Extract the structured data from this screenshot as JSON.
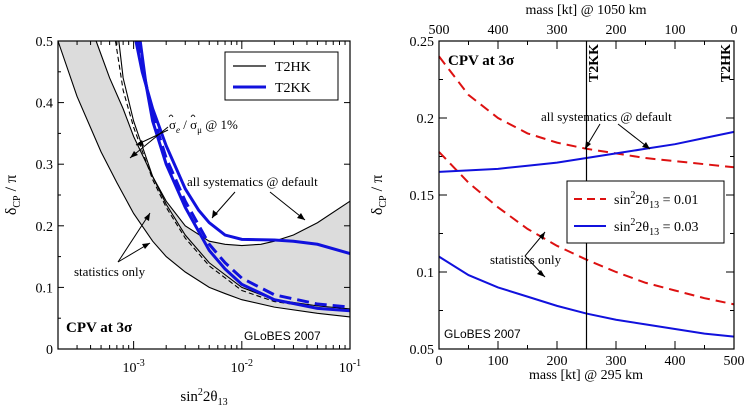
{
  "chart_data": [
    {
      "type": "line",
      "panel": "left",
      "xscale": "log",
      "xlim": [
        0.0002,
        0.1
      ],
      "ylim": [
        0,
        0.5
      ],
      "xticks": [
        {
          "value": 0.001,
          "base": "10",
          "exp": "-3"
        },
        {
          "value": 0.01,
          "base": "10",
          "exp": "-2"
        },
        {
          "value": 0.1,
          "base": "10",
          "exp": "-1"
        }
      ],
      "yticks": [
        "0",
        "0.1",
        "0.2",
        "0.3",
        "0.4",
        "0.5"
      ],
      "ytick_values": [
        0,
        0.1,
        0.2,
        0.3,
        0.4,
        0.5
      ],
      "xlabel": {
        "pre": "sin",
        "sup": "2",
        "mid": "2θ",
        "sub": "13"
      },
      "ylabel": {
        "main": "δ",
        "sub": "CP",
        "post": " / π"
      },
      "legend": {
        "position": "top-right",
        "entries": [
          {
            "label": "T2HK",
            "color": "#000000"
          },
          {
            "label": "T2KK",
            "color": "#1111dd"
          }
        ]
      },
      "annotations": {
        "cpv": "CPV at 3σ",
        "globes": "GLoBES 2007",
        "all_sys": "all systematics @ default",
        "stat": "statistics only",
        "sigma_a": "σ",
        "sigma_a_sub": "e",
        "sigma_sep": " / ",
        "sigma_b": "σ",
        "sigma_b_sub": "μ",
        "sigma_post": " @ 1%"
      },
      "series": [
        {
          "name": "T2HK",
          "style": "band-upper",
          "color": "#000000",
          "x": [
            0.00045,
            0.0006,
            0.0008,
            0.001,
            0.0015,
            0.002,
            0.003,
            0.005,
            0.007,
            0.01,
            0.015,
            0.02,
            0.03,
            0.05,
            0.1
          ],
          "y": [
            0.5,
            0.44,
            0.39,
            0.345,
            0.28,
            0.24,
            0.2,
            0.175,
            0.17,
            0.168,
            0.17,
            0.175,
            0.185,
            0.205,
            0.24
          ]
        },
        {
          "name": "T2HK",
          "style": "band-lower",
          "color": "#000000",
          "x": [
            0.0002,
            0.0003,
            0.0005,
            0.0007,
            0.001,
            0.0015,
            0.002,
            0.003,
            0.005,
            0.007,
            0.01,
            0.02,
            0.05,
            0.1
          ],
          "y": [
            0.5,
            0.41,
            0.32,
            0.27,
            0.22,
            0.175,
            0.15,
            0.125,
            0.1,
            0.09,
            0.08,
            0.068,
            0.058,
            0.052
          ]
        },
        {
          "name": "T2HK",
          "style": "thin-solid",
          "color": "#000000",
          "x": [
            0.00073,
            0.0008,
            0.001,
            0.0015,
            0.002,
            0.003,
            0.005,
            0.01,
            0.02,
            0.05,
            0.1
          ],
          "y": [
            0.5,
            0.44,
            0.37,
            0.28,
            0.235,
            0.185,
            0.14,
            0.1,
            0.08,
            0.07,
            0.065
          ]
        },
        {
          "name": "T2HK",
          "style": "thin-dashed",
          "color": "#000000",
          "x": [
            0.00068,
            0.0008,
            0.001,
            0.0015,
            0.002,
            0.003,
            0.005,
            0.01,
            0.02,
            0.05,
            0.1
          ],
          "y": [
            0.5,
            0.42,
            0.36,
            0.275,
            0.23,
            0.18,
            0.135,
            0.095,
            0.077,
            0.067,
            0.063
          ]
        },
        {
          "name": "T2KK",
          "style": "thick-solid-upper",
          "color": "#1111dd",
          "x": [
            0.00105,
            0.0012,
            0.0015,
            0.002,
            0.003,
            0.004,
            0.005,
            0.007,
            0.01,
            0.02,
            0.03,
            0.05,
            0.1
          ],
          "y": [
            0.5,
            0.45,
            0.39,
            0.33,
            0.26,
            0.225,
            0.205,
            0.185,
            0.178,
            0.177,
            0.175,
            0.17,
            0.155
          ]
        },
        {
          "name": "T2KK",
          "style": "thick-dashed",
          "color": "#1111dd",
          "x": [
            0.0011,
            0.0012,
            0.0015,
            0.002,
            0.003,
            0.005,
            0.007,
            0.01,
            0.02,
            0.05,
            0.1
          ],
          "y": [
            0.5,
            0.46,
            0.38,
            0.31,
            0.24,
            0.17,
            0.14,
            0.115,
            0.088,
            0.073,
            0.068
          ]
        },
        {
          "name": "T2KK",
          "style": "thick-solid-lower",
          "color": "#1111dd",
          "x": [
            0.00115,
            0.0013,
            0.0015,
            0.002,
            0.003,
            0.005,
            0.007,
            0.01,
            0.02,
            0.05,
            0.1
          ],
          "y": [
            0.5,
            0.43,
            0.37,
            0.3,
            0.23,
            0.16,
            0.13,
            0.105,
            0.08,
            0.066,
            0.062
          ]
        }
      ]
    },
    {
      "type": "line",
      "panel": "right",
      "xlim": [
        0,
        500
      ],
      "ylim": [
        0.05,
        0.25
      ],
      "xticks": [
        "0",
        "100",
        "200",
        "300",
        "400",
        "500"
      ],
      "xtick_values": [
        0,
        100,
        200,
        300,
        400,
        500
      ],
      "top_xticks": [
        "500",
        "400",
        "300",
        "200",
        "100",
        "0"
      ],
      "top_xtick_values": [
        0,
        100,
        200,
        300,
        400,
        500
      ],
      "yticks": [
        "0.05",
        "0.1",
        "0.15",
        "0.2",
        "0.25"
      ],
      "ytick_values": [
        0.05,
        0.1,
        0.15,
        0.2,
        0.25
      ],
      "xlabel": "mass [kt] @ 295 km",
      "top_xlabel": "mass [kt] @ 1050 km",
      "ylabel": {
        "main": "δ",
        "sub": "CP",
        "post": " / π"
      },
      "vline": {
        "x": 250,
        "label": "T2KK"
      },
      "edge_label": "T2HK",
      "legend": {
        "position": "lower-right",
        "entries": [
          {
            "pre": "sin",
            "sup": "2",
            "mid": "2θ",
            "sub": "13",
            "post": " = 0.01",
            "color": "#dd1111",
            "dash": true
          },
          {
            "pre": "sin",
            "sup": "2",
            "mid": "2θ",
            "sub": "13",
            "post": " = 0.03",
            "color": "#1111dd",
            "dash": false
          }
        ]
      },
      "annotations": {
        "cpv": "CPV at 3σ",
        "globes": "GLoBES 2007",
        "all_sys": "all systematics @ default",
        "stat": "statistics only"
      },
      "series": [
        {
          "name": "sin²2θ13 = 0.01",
          "dash": true,
          "color": "#dd1111",
          "x": [
            0,
            50,
            100,
            150,
            200,
            250,
            300,
            350,
            400,
            450,
            500
          ],
          "y": [
            0.24,
            0.215,
            0.2,
            0.19,
            0.184,
            0.18,
            0.177,
            0.174,
            0.172,
            0.17,
            0.168
          ]
        },
        {
          "name": "sin²2θ13 = 0.01",
          "dash": true,
          "color": "#dd1111",
          "x": [
            0,
            50,
            100,
            150,
            200,
            250,
            300,
            350,
            400,
            450,
            500
          ],
          "y": [
            0.178,
            0.158,
            0.142,
            0.128,
            0.117,
            0.108,
            0.1,
            0.093,
            0.088,
            0.083,
            0.079
          ]
        },
        {
          "name": "sin²2θ13 = 0.03",
          "dash": false,
          "color": "#1111dd",
          "x": [
            0,
            50,
            100,
            150,
            200,
            250,
            300,
            350,
            400,
            450,
            500
          ],
          "y": [
            0.165,
            0.166,
            0.167,
            0.169,
            0.171,
            0.174,
            0.177,
            0.18,
            0.183,
            0.187,
            0.191
          ]
        },
        {
          "name": "sin²2θ13 = 0.03",
          "dash": false,
          "color": "#1111dd",
          "x": [
            0,
            50,
            100,
            150,
            200,
            250,
            300,
            350,
            400,
            450,
            500
          ],
          "y": [
            0.11,
            0.098,
            0.09,
            0.084,
            0.078,
            0.073,
            0.069,
            0.066,
            0.063,
            0.06,
            0.058
          ]
        }
      ]
    }
  ]
}
